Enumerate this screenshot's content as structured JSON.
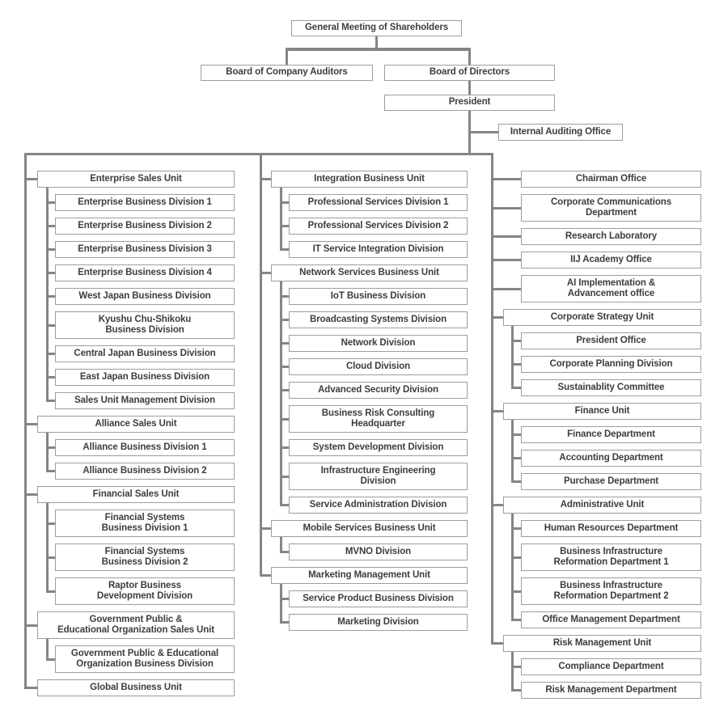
{
  "colors": {
    "background": "#ffffff",
    "box_border": "#9d9d9d",
    "box_text": "#3d3d3d",
    "connector_line": "#858585"
  },
  "top": {
    "shareholders": {
      "label": "General Meeting of Shareholders"
    },
    "auditors": {
      "label": "Board of Company Auditors"
    },
    "directors": {
      "label": "Board of Directors"
    },
    "president": {
      "label": "President"
    },
    "internal_auditing": {
      "label": "Internal Auditing Office"
    }
  },
  "columns": [
    {
      "name": "sales-units",
      "groups": [
        {
          "label": "Enterprise Sales Unit",
          "children": [
            "Enterprise Business Division 1",
            "Enterprise Business Division 2",
            "Enterprise Business Division 3",
            "Enterprise Business Division 4",
            "West Japan Business Division",
            "Kyushu Chu-Shikoku\nBusiness Division",
            "Central Japan Business Division",
            "East Japan Business Division",
            "Sales Unit Management Division"
          ]
        },
        {
          "label": "Alliance Sales Unit",
          "children": [
            "Alliance Business Division 1",
            "Alliance Business Division 2"
          ]
        },
        {
          "label": "Financial Sales Unit",
          "children": [
            "Financial Systems\nBusiness Division 1",
            "Financial Systems\nBusiness Division 2",
            "Raptor Business\nDevelopment Division"
          ]
        },
        {
          "label": "Government Public &\nEducational Organization Sales Unit",
          "children": [
            "Government Public & Educational\nOrganization Business Division"
          ]
        },
        {
          "label": "Global Business Unit",
          "children": []
        }
      ]
    },
    {
      "name": "business-units",
      "groups": [
        {
          "label": "Integration Business Unit",
          "children": [
            "Professional Services Division 1",
            "Professional Services Division 2",
            "IT Service Integration Division"
          ]
        },
        {
          "label": "Network Services Business Unit",
          "children": [
            "IoT Business Division",
            "Broadcasting Systems Division",
            "Network Division",
            "Cloud Division",
            "Advanced Security Division",
            "Business Risk Consulting\nHeadquarter",
            "System Development Division",
            "Infrastructure Engineering\nDivision",
            "Service Administration Division"
          ]
        },
        {
          "label": "Mobile Services Business Unit",
          "children": [
            "MVNO Division"
          ]
        },
        {
          "label": "Marketing Management Unit",
          "children": [
            "Service Product Business Division",
            "Marketing Division"
          ]
        }
      ]
    },
    {
      "name": "corporate-units",
      "groups": [
        {
          "label": "Chairman Office",
          "standalone": true,
          "children": []
        },
        {
          "label": "Corporate Communications\nDepartment",
          "standalone": true,
          "children": []
        },
        {
          "label": "Research Laboratory",
          "standalone": true,
          "children": []
        },
        {
          "label": "IIJ Academy Office",
          "standalone": true,
          "children": []
        },
        {
          "label": "AI Implementation &\nAdvancement office",
          "standalone": true,
          "children": []
        },
        {
          "label": "Corporate Strategy Unit",
          "children": [
            "President Office",
            "Corporate Planning Division",
            "Sustainablity Committee"
          ]
        },
        {
          "label": "Finance Unit",
          "children": [
            "Finance Department",
            "Accounting Department",
            "Purchase Department"
          ]
        },
        {
          "label": "Administrative Unit",
          "children": [
            "Human Resources Department",
            "Business Infrastructure\nReformation Department 1",
            "Business Infrastructure\nReformation Department 2",
            "Office Management Department"
          ]
        },
        {
          "label": "Risk Management Unit",
          "children": [
            "Compliance Department",
            "Risk Management Department"
          ]
        }
      ]
    }
  ]
}
